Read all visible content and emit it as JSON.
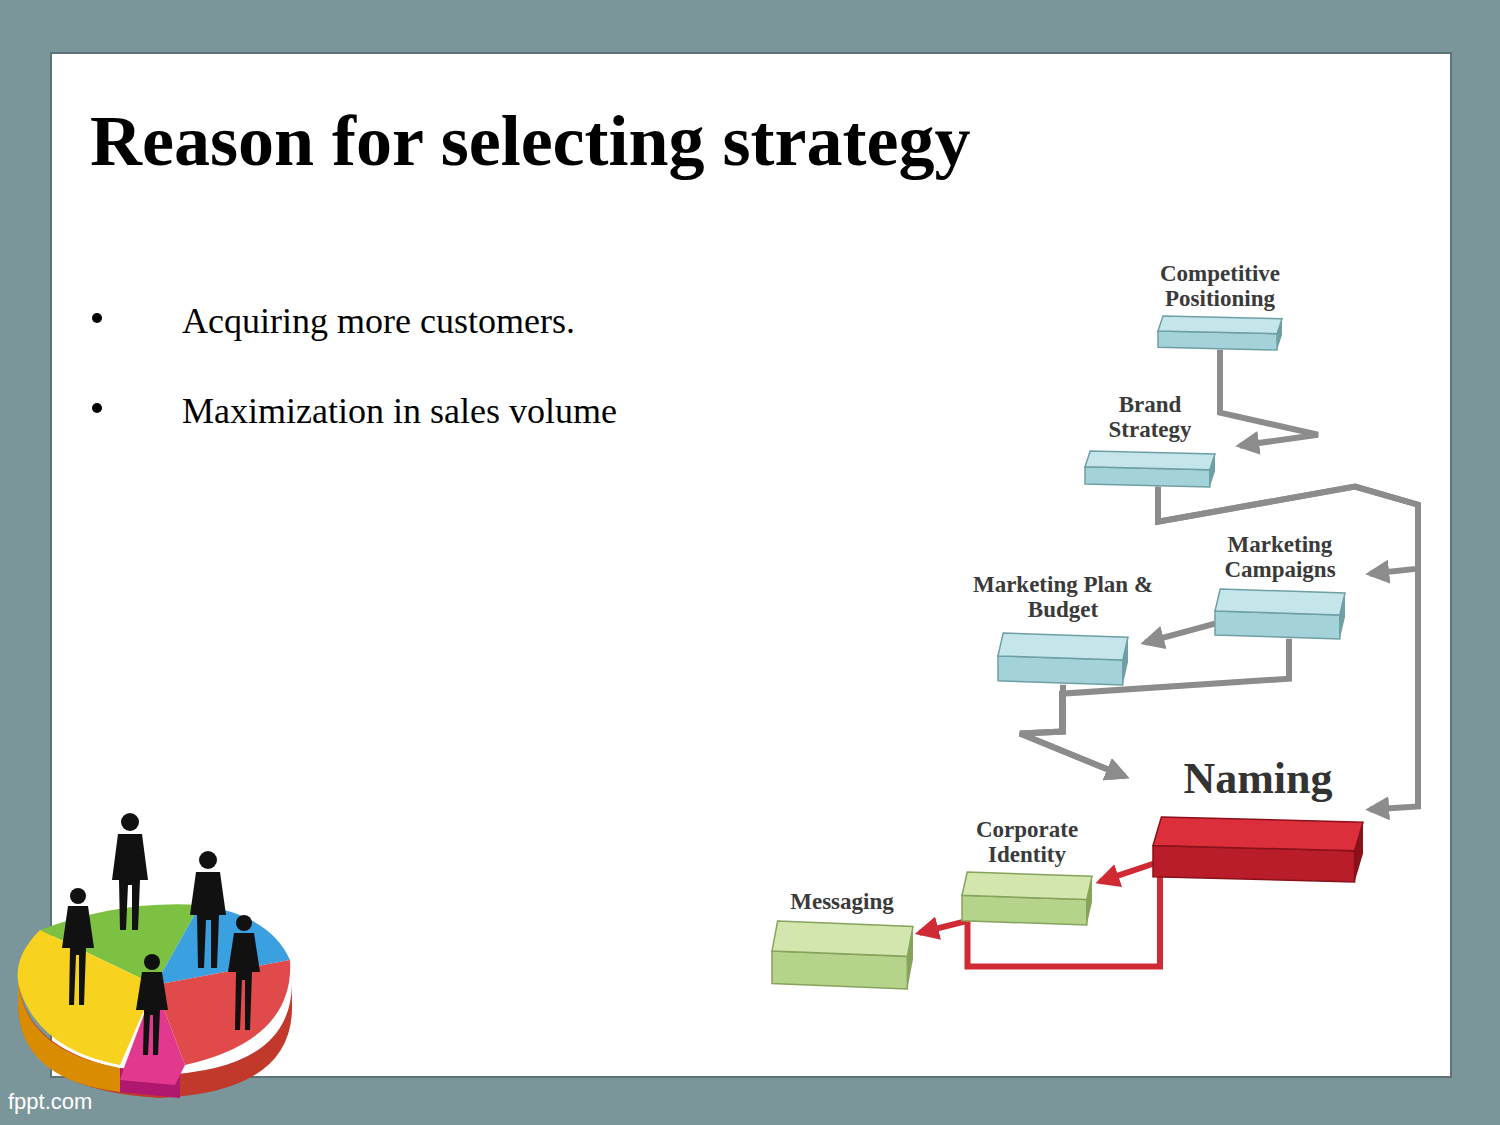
{
  "diagram": {
    "title": "Reason for selecting strategy",
    "nodes": [
      {
        "text": [
          "Competitive Positioning"
        ]
      },
      {
        "text": [
          "Brand Strategy"
        ]
      },
      {
        "text": [
          "Marketing Campaigns"
        ]
      },
      {
        "text": [
          "Marketing Plan & Budget"
        ]
      },
      {
        "text": [
          "Naming"
        ]
      },
      {
        "text": [
          "Corporate Identity"
        ]
      },
      {
        "text": [
          "Messaging"
        ]
      }
    ],
    "edges": [
      {
        "from": 0,
        "to": 1,
        "arrow": "to"
      },
      {
        "from": 1,
        "to": 2,
        "arrow": "to"
      },
      {
        "from": 1,
        "to": 4,
        "arrow": "to"
      },
      {
        "from": 2,
        "to": 3,
        "arrow": "to"
      },
      {
        "from": 2,
        "to": 4,
        "arrow": "to"
      },
      {
        "from": 3,
        "to": 4,
        "arrow": "to"
      },
      {
        "from": 4,
        "to": 5,
        "arrow": "to"
      },
      {
        "from": 4,
        "to": 6,
        "arrow": "to"
      }
    ],
    "labels": [
      "Acquiring more customers.",
      "Maximization in sales volume",
      "fppt.com"
    ]
  }
}
